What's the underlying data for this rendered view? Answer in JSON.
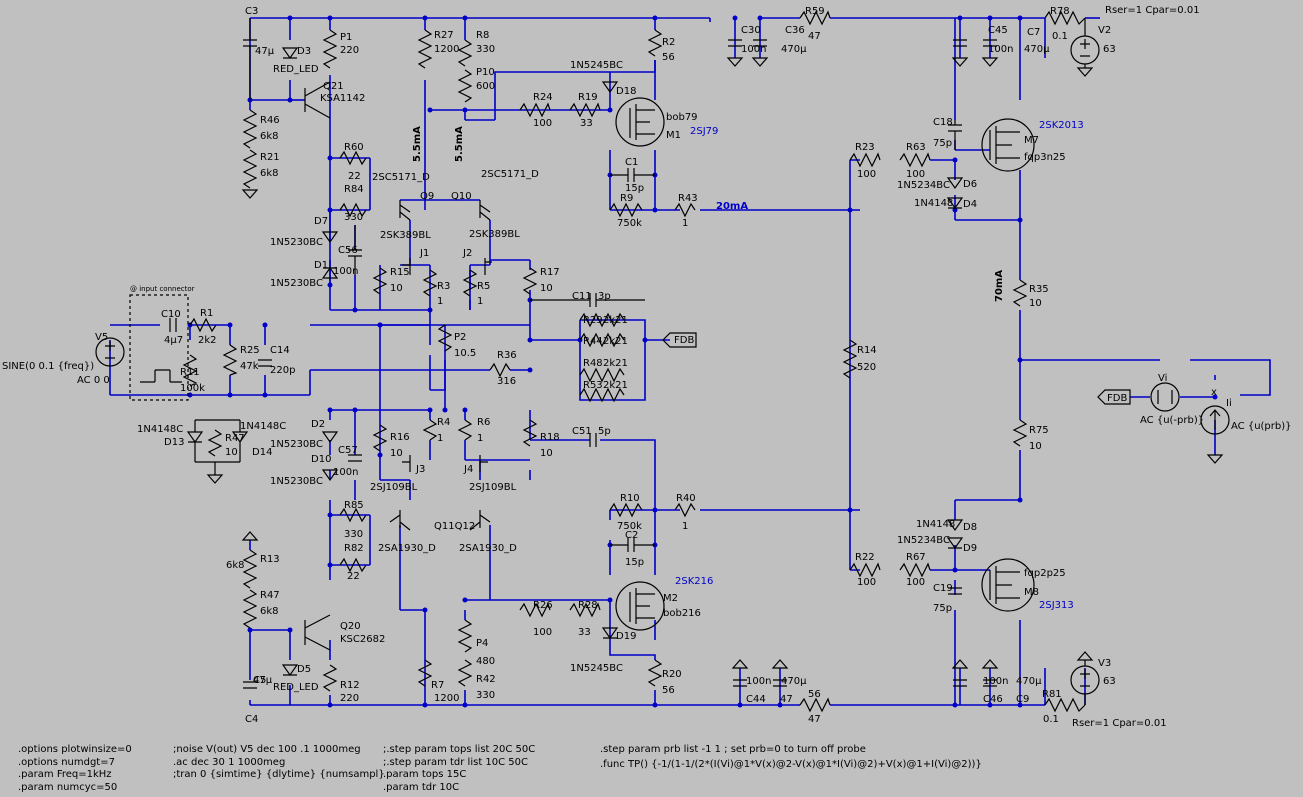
{
  "labels": [
    {
      "id": "C3",
      "t": "C3"
    },
    {
      "id": "C3v",
      "t": "47µ"
    },
    {
      "id": "D3",
      "t": "D3"
    },
    {
      "id": "D3v",
      "t": "RED_LED"
    },
    {
      "id": "P1",
      "t": "P1"
    },
    {
      "id": "P1v",
      "t": "220"
    },
    {
      "id": "Q21",
      "t": "Q21"
    },
    {
      "id": "Q21v",
      "t": "KSA1142"
    },
    {
      "id": "R27",
      "t": "R27"
    },
    {
      "id": "R27v",
      "t": "1200"
    },
    {
      "id": "R8",
      "t": "R8"
    },
    {
      "id": "R8v",
      "t": "330"
    },
    {
      "id": "P10",
      "t": "P10"
    },
    {
      "id": "P10v",
      "t": "600"
    },
    {
      "id": "R2",
      "t": "R2"
    },
    {
      "id": "R2v",
      "t": "56"
    },
    {
      "id": "C30",
      "t": "C30"
    },
    {
      "id": "C30v",
      "t": "100n"
    },
    {
      "id": "C36",
      "t": "C36"
    },
    {
      "id": "C36v",
      "t": "470µ"
    },
    {
      "id": "R59",
      "t": "R59"
    },
    {
      "id": "R59v",
      "t": "47"
    },
    {
      "id": "C45",
      "t": "C45"
    },
    {
      "id": "C45v",
      "t": "100n"
    },
    {
      "id": "C7",
      "t": "C7"
    },
    {
      "id": "C7v",
      "t": "470µ"
    },
    {
      "id": "R78",
      "t": "R78"
    },
    {
      "id": "R78v",
      "t": "0.1"
    },
    {
      "id": "V2",
      "t": "V2"
    },
    {
      "id": "V2v",
      "t": "63"
    },
    {
      "id": "rser1",
      "t": "Rser=1 Cpar=0.01"
    },
    {
      "id": "D18v",
      "t": "1N5245BC"
    },
    {
      "id": "D18",
      "t": "D18"
    },
    {
      "id": "R24",
      "t": "R24"
    },
    {
      "id": "R24v",
      "t": "100"
    },
    {
      "id": "R19",
      "t": "R19"
    },
    {
      "id": "R19v",
      "t": "33"
    },
    {
      "id": "M1v",
      "t": "bob79"
    },
    {
      "id": "M1",
      "t": "M1"
    },
    {
      "id": "M1t",
      "t": "2SJ79"
    },
    {
      "id": "R46",
      "t": "R46"
    },
    {
      "id": "R46v",
      "t": "6k8"
    },
    {
      "id": "R21",
      "t": "R21"
    },
    {
      "id": "R21v",
      "t": "6k8"
    },
    {
      "id": "R60",
      "t": "R60"
    },
    {
      "id": "R60v",
      "t": "22"
    },
    {
      "id": "R84",
      "t": "R84"
    },
    {
      "id": "R84v",
      "t": "330"
    },
    {
      "id": "I55a",
      "t": "5.5mA"
    },
    {
      "id": "I55b",
      "t": "5.5mA"
    },
    {
      "id": "Q9t",
      "t": "2SC5171_D"
    },
    {
      "id": "Q9",
      "t": "Q9"
    },
    {
      "id": "Q10",
      "t": "Q10"
    },
    {
      "id": "Q10t",
      "t": "2SC5171_D"
    },
    {
      "id": "C1",
      "t": "C1"
    },
    {
      "id": "C1v",
      "t": "15p"
    },
    {
      "id": "R9",
      "t": "R9"
    },
    {
      "id": "R9v",
      "t": "750k"
    },
    {
      "id": "R43",
      "t": "R43"
    },
    {
      "id": "R43v",
      "t": "1"
    },
    {
      "id": "I20",
      "t": "20mA"
    },
    {
      "id": "C18",
      "t": "C18"
    },
    {
      "id": "C18v",
      "t": "75p"
    },
    {
      "id": "R23",
      "t": "R23"
    },
    {
      "id": "R23v",
      "t": "100"
    },
    {
      "id": "R63",
      "t": "R63"
    },
    {
      "id": "R63v",
      "t": "100"
    },
    {
      "id": "D6v",
      "t": "1N5234BC"
    },
    {
      "id": "D6",
      "t": "D6"
    },
    {
      "id": "D4v",
      "t": "1N4148"
    },
    {
      "id": "D4",
      "t": "D4"
    },
    {
      "id": "M7",
      "t": "M7"
    },
    {
      "id": "M7t",
      "t": "2SK2013"
    },
    {
      "id": "M7v",
      "t": "fqp3n25"
    },
    {
      "id": "D7",
      "t": "D7"
    },
    {
      "id": "D7v",
      "t": "1N5230BC"
    },
    {
      "id": "C56",
      "t": "C56"
    },
    {
      "id": "C56v",
      "t": "100n"
    },
    {
      "id": "D1",
      "t": "D1"
    },
    {
      "id": "D1v",
      "t": "1N5230BC"
    },
    {
      "id": "J1t",
      "t": "2SK389BL"
    },
    {
      "id": "J1",
      "t": "J1"
    },
    {
      "id": "J2",
      "t": "J2"
    },
    {
      "id": "J2t",
      "t": "2SK389BL"
    },
    {
      "id": "R15",
      "t": "R15"
    },
    {
      "id": "R15v",
      "t": "10"
    },
    {
      "id": "R3",
      "t": "R3"
    },
    {
      "id": "R3v",
      "t": "1"
    },
    {
      "id": "R5",
      "t": "R5"
    },
    {
      "id": "R5v",
      "t": "1"
    },
    {
      "id": "R17",
      "t": "R17"
    },
    {
      "id": "R17v",
      "t": "10"
    },
    {
      "id": "C11",
      "t": "C11"
    },
    {
      "id": "C11v",
      "t": "3p"
    },
    {
      "id": "R29",
      "t": "R29"
    },
    {
      "id": "R29v",
      "t": "2k21"
    },
    {
      "id": "R44",
      "t": "R44"
    },
    {
      "id": "R44v",
      "t": "2k21"
    },
    {
      "id": "R48",
      "t": "R48"
    },
    {
      "id": "R48v",
      "t": "2k21"
    },
    {
      "id": "R53",
      "t": "R53"
    },
    {
      "id": "R53v",
      "t": "2k21"
    },
    {
      "id": "FDB1",
      "t": "FDB"
    },
    {
      "id": "R14",
      "t": "R14"
    },
    {
      "id": "R14v",
      "t": "520"
    },
    {
      "id": "R35",
      "t": "R35"
    },
    {
      "id": "R35v",
      "t": "10"
    },
    {
      "id": "I70",
      "t": "70mA"
    },
    {
      "id": "incon",
      "t": "@ input connector"
    },
    {
      "id": "C10",
      "t": "C10"
    },
    {
      "id": "C10v",
      "t": "4µ7"
    },
    {
      "id": "R1",
      "t": "R1"
    },
    {
      "id": "R1v",
      "t": "2k2"
    },
    {
      "id": "V5",
      "t": "V5"
    },
    {
      "id": "sine",
      "t": "SINE(0 0.1 {freq})"
    },
    {
      "id": "ac00",
      "t": "AC 0 0"
    },
    {
      "id": "R25",
      "t": "R25"
    },
    {
      "id": "R25v",
      "t": "47k"
    },
    {
      "id": "C14",
      "t": "C14"
    },
    {
      "id": "C14v",
      "t": "220p"
    },
    {
      "id": "R11",
      "t": "R11"
    },
    {
      "id": "R11v",
      "t": "100k"
    },
    {
      "id": "P2",
      "t": "P2"
    },
    {
      "id": "P2v",
      "t": "10.5"
    },
    {
      "id": "R36",
      "t": "R36"
    },
    {
      "id": "R36v",
      "t": "316"
    },
    {
      "id": "FDB2",
      "t": "FDB"
    },
    {
      "id": "Vi",
      "t": "Vi"
    },
    {
      "id": "Viac",
      "t": "AC {u(-prb)}"
    },
    {
      "id": "xl",
      "t": "x"
    },
    {
      "id": "Ii",
      "t": "Ii"
    },
    {
      "id": "Iiac",
      "t": "AC {u(prb)}"
    },
    {
      "id": "D13v",
      "t": "1N4148C"
    },
    {
      "id": "D13",
      "t": "D13"
    },
    {
      "id": "R47a",
      "t": "R47"
    },
    {
      "id": "R47av",
      "t": "10"
    },
    {
      "id": "D14v",
      "t": "1N4148C"
    },
    {
      "id": "D14",
      "t": "D14"
    },
    {
      "id": "D2",
      "t": "D2"
    },
    {
      "id": "D2v",
      "t": "1N5230BC"
    },
    {
      "id": "C57",
      "t": "C57"
    },
    {
      "id": "C57v",
      "t": "100n"
    },
    {
      "id": "D10",
      "t": "D10"
    },
    {
      "id": "D10v",
      "t": "1N5230BC"
    },
    {
      "id": "R16",
      "t": "R16"
    },
    {
      "id": "R16v",
      "t": "10"
    },
    {
      "id": "R4",
      "t": "R4"
    },
    {
      "id": "R4v",
      "t": "1"
    },
    {
      "id": "R6",
      "t": "R6"
    },
    {
      "id": "R6v",
      "t": "1"
    },
    {
      "id": "J3",
      "t": "J3"
    },
    {
      "id": "J4",
      "t": "J4"
    },
    {
      "id": "J3t",
      "t": "2SJ109BL"
    },
    {
      "id": "J4t",
      "t": "2SJ109BL"
    },
    {
      "id": "R18",
      "t": "R18"
    },
    {
      "id": "R18v",
      "t": "10"
    },
    {
      "id": "C51",
      "t": "C51"
    },
    {
      "id": "C51v",
      "t": "5p"
    },
    {
      "id": "R75",
      "t": "R75"
    },
    {
      "id": "R75v",
      "t": "10"
    },
    {
      "id": "R85",
      "t": "R85"
    },
    {
      "id": "R85v",
      "t": "330"
    },
    {
      "id": "R82",
      "t": "R82"
    },
    {
      "id": "R82v",
      "t": "22"
    },
    {
      "id": "Q1112",
      "t": "Q11Q12"
    },
    {
      "id": "Q11t",
      "t": "2SA1930_D"
    },
    {
      "id": "Q12t",
      "t": "2SA1930_D"
    },
    {
      "id": "R10",
      "t": "R10"
    },
    {
      "id": "R10v",
      "t": "750k"
    },
    {
      "id": "C2",
      "t": "C2"
    },
    {
      "id": "C2v",
      "t": "15p"
    },
    {
      "id": "R40",
      "t": "R40"
    },
    {
      "id": "R40v",
      "t": "1"
    },
    {
      "id": "D8v",
      "t": "1N4148"
    },
    {
      "id": "D8",
      "t": "D8"
    },
    {
      "id": "D9v",
      "t": "1N5234BC"
    },
    {
      "id": "D9",
      "t": "D9"
    },
    {
      "id": "R22",
      "t": "R22"
    },
    {
      "id": "R22v",
      "t": "100"
    },
    {
      "id": "R67",
      "t": "R67"
    },
    {
      "id": "R67v",
      "t": "100"
    },
    {
      "id": "C19",
      "t": "C19"
    },
    {
      "id": "C19v",
      "t": "75p"
    },
    {
      "id": "M8v",
      "t": "fqp2p25"
    },
    {
      "id": "M8",
      "t": "M8"
    },
    {
      "id": "M8t",
      "t": "2SJ313"
    },
    {
      "id": "M2t",
      "t": "2SK216"
    },
    {
      "id": "M2",
      "t": "M2"
    },
    {
      "id": "M2v",
      "t": "bob216"
    },
    {
      "id": "R13",
      "t": "R13"
    },
    {
      "id": "R13v",
      "t": "6k8"
    },
    {
      "id": "R47b",
      "t": "R47"
    },
    {
      "id": "R47bv",
      "t": "6k8"
    },
    {
      "id": "Q20",
      "t": "Q20"
    },
    {
      "id": "Q20v",
      "t": "KSC2682"
    },
    {
      "id": "R26",
      "t": "R26"
    },
    {
      "id": "R26v",
      "t": "100"
    },
    {
      "id": "R28",
      "t": "R28"
    },
    {
      "id": "R28v",
      "t": "33"
    },
    {
      "id": "D19",
      "t": "D19"
    },
    {
      "id": "D19v",
      "t": "1N5245BC"
    },
    {
      "id": "P4",
      "t": "P4"
    },
    {
      "id": "P4v",
      "t": "480"
    },
    {
      "id": "R42",
      "t": "R42"
    },
    {
      "id": "R42v",
      "t": "330"
    },
    {
      "id": "R20",
      "t": "R20"
    },
    {
      "id": "R20v",
      "t": "56"
    },
    {
      "id": "C5",
      "t": "C5"
    },
    {
      "id": "C5v",
      "t": "47µ"
    },
    {
      "id": "D5",
      "t": "D5"
    },
    {
      "id": "D5v",
      "t": "RED_LED"
    },
    {
      "id": "R12",
      "t": "R12"
    },
    {
      "id": "R12v",
      "t": "220"
    },
    {
      "id": "C4",
      "t": "C4"
    },
    {
      "id": "R7",
      "t": "R7"
    },
    {
      "id": "R7v",
      "t": "1200"
    },
    {
      "id": "C44v",
      "t": "100n"
    },
    {
      "id": "C44",
      "t": "C44"
    },
    {
      "id": "C47v",
      "t": "470µ"
    },
    {
      "id": "C47",
      "t": "47"
    },
    {
      "id": "R56",
      "t": "56"
    },
    {
      "id": "R56v",
      "t": "47"
    },
    {
      "id": "C46v",
      "t": "100n"
    },
    {
      "id": "C46",
      "t": "C46"
    },
    {
      "id": "C9v",
      "t": "470µ"
    },
    {
      "id": "C9",
      "t": "C9"
    },
    {
      "id": "V3",
      "t": "V3"
    },
    {
      "id": "V3v",
      "t": "63"
    },
    {
      "id": "R81",
      "t": "R81"
    },
    {
      "id": "R81v",
      "t": "0.1"
    },
    {
      "id": "rser2",
      "t": "Rser=1 Cpar=0.01"
    }
  ],
  "directives": [
    ".options plotwinsize=0",
    ".options numdgt=7",
    ".param Freq=1kHz",
    ".param numcyc=50",
    ";noise V(out) V5 dec 100 .1 1000meg",
    ".ac dec 30 1 1000meg",
    ";tran 0 {simtime} {dlytime} {numsampl}",
    ";.step param tops list 20C 50C",
    ";.step param tdr list 10C 50C",
    ".param tops 15C",
    ".param tdr 10C",
    ".step param prb list -1 1 ; set prb=0 to turn off probe",
    ".func TP() {-1/(1-1/(2*(I(Vi)@1*V(x)@2-V(x)@1*I(Vi)@2)+V(x)@1+I(Vi)@2))}"
  ],
  "colors": {
    "background": "#c0c0c0",
    "wire": "#0000c8",
    "component": "#000000"
  }
}
